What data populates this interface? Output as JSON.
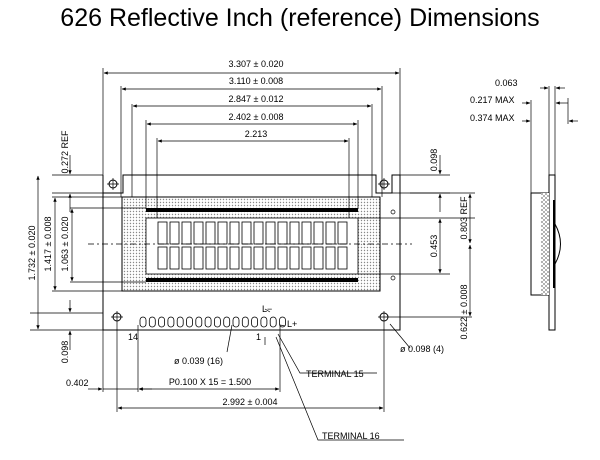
{
  "title": "626 Reflective Inch (reference) Dimensions",
  "dimensions": {
    "overall_width": "3.307 ± 0.020",
    "bezel_width": "3.110 ± 0.008",
    "viewing_width": "2.847 ± 0.012",
    "active_width": "2.402 ± 0.008",
    "char_width": "2.213",
    "top_offset": "0.272 REF",
    "overall_height": "1.732 ± 0.020",
    "bezel_height": "1.417 ± 0.008",
    "viewing_height": "1.063 ± 0.020",
    "bottom_offset": "0.098",
    "right_top_offset": "0.098",
    "vert_ref": "0.803 REF",
    "active_height": "0.453",
    "pad_height": "0.622 ± 0.008",
    "pin_dia": "ø 0.039 (16)",
    "hole_dia": "ø 0.098 (4)",
    "left_offset": "0.402",
    "pin_pitch": "P0.100 X 15 = 1.500",
    "hole_spacing": "2.992 ± 0.004",
    "terminal_15": "TERMINAL  15",
    "terminal_16": "TERMINAL  16",
    "pin_14": "14",
    "pin_1": "1",
    "l_minus": "L−",
    "l_plus": "L+",
    "side_063": "0.063",
    "side_217": "0.217 MAX",
    "side_374": "0.374 MAX"
  }
}
